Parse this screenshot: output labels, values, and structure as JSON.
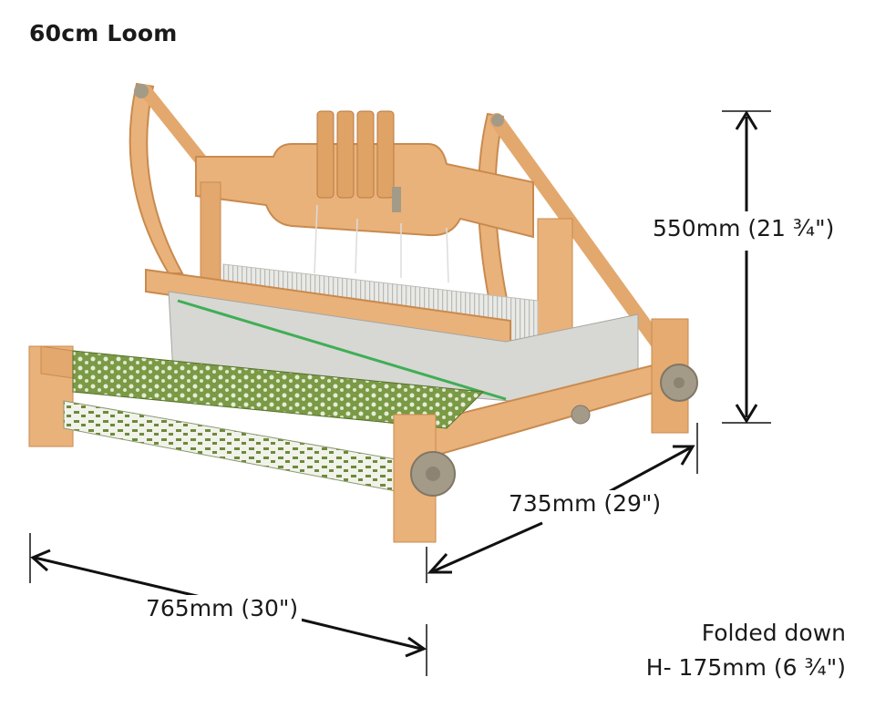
{
  "title": "60cm Loom",
  "dimensions": {
    "height": "550mm (21 ¾\")",
    "depth": "735mm (29\")",
    "width": "765mm (30\")"
  },
  "folded": {
    "line1": "Folded down",
    "line2": "H- 175mm (6 ¾\")"
  },
  "colors": {
    "wood": "#e9b27a",
    "wood_dark": "#c98a4e",
    "cloth_green": "#6d8a3a",
    "warp_white": "#ececea",
    "knob_gray": "#a49a88"
  }
}
